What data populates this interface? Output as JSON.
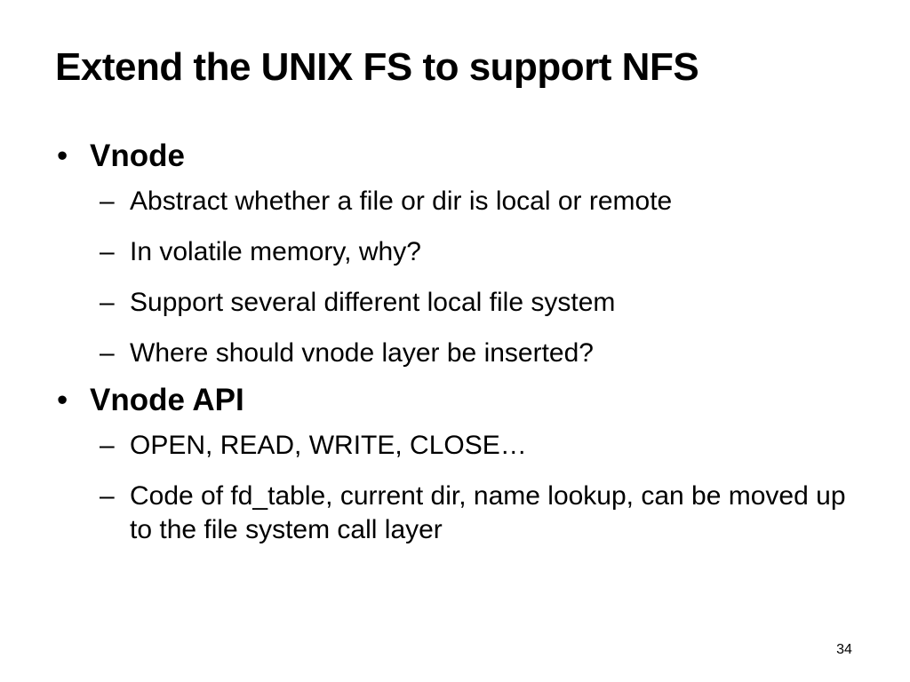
{
  "slide": {
    "title": "Extend the UNIX FS to support NFS",
    "bullet_char": "•",
    "dash_char": "–",
    "sections": [
      {
        "heading": "Vnode",
        "items": [
          "Abstract whether a file or dir is local or remote",
          "In volatile memory, why?",
          "Support several different local file system",
          "Where should vnode layer be inserted?"
        ]
      },
      {
        "heading": "Vnode API",
        "items": [
          "OPEN, READ, WRITE, CLOSE…",
          "Code of fd_table, current dir, name lookup, can be moved up to the file system call layer"
        ]
      }
    ],
    "page_number": "34"
  },
  "colors": {
    "background": "#ffffff",
    "text": "#000000"
  }
}
